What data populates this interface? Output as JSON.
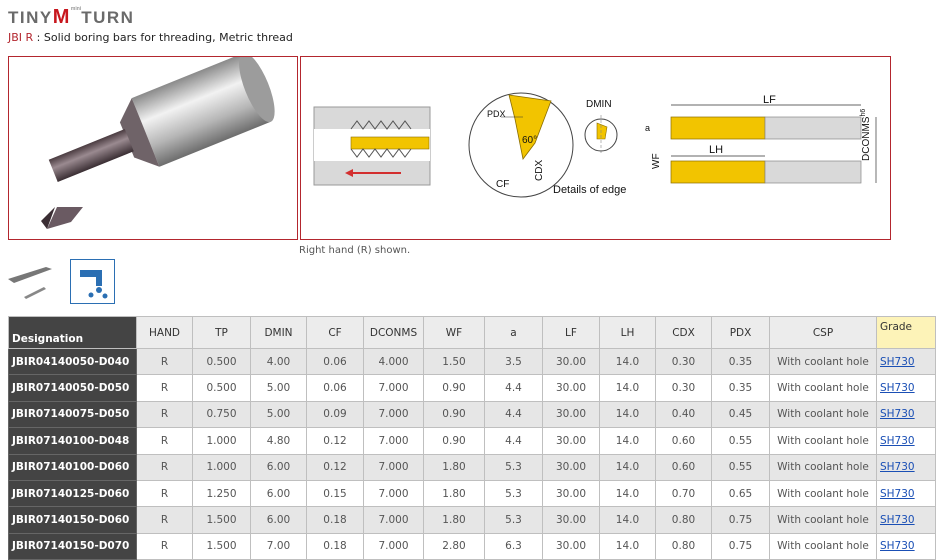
{
  "header": {
    "logo_pre": "TINY",
    "logo_m": "M",
    "logo_mini": "mini",
    "logo_post": "TURN",
    "subtitle_code": "JBI R",
    "subtitle_text": " : Solid boring bars for threading, Metric thread"
  },
  "drawing": {
    "lf": "LF",
    "lh": "LH",
    "dmin": "DMIN",
    "a": "a",
    "wf": "WF",
    "dconms": "DCONMS",
    "h6": "h6",
    "pdx": "PDX",
    "angle": "60°",
    "cdx": "CDX",
    "cf": "CF",
    "details": "Details of edge"
  },
  "caption": "Right hand (R) shown.",
  "table": {
    "headers": [
      "Designation",
      "HAND",
      "TP",
      "DMIN",
      "CF",
      "DCONMS",
      "WF",
      "a",
      "LF",
      "LH",
      "CDX",
      "PDX",
      "CSP",
      "Grade"
    ],
    "rows": [
      [
        "JBIR04140050-D040",
        "R",
        "0.500",
        "4.00",
        "0.06",
        "4.000",
        "1.50",
        "3.5",
        "30.00",
        "14.0",
        "0.30",
        "0.35",
        "With coolant hole",
        "SH730"
      ],
      [
        "JBIR07140050-D050",
        "R",
        "0.500",
        "5.00",
        "0.06",
        "7.000",
        "0.90",
        "4.4",
        "30.00",
        "14.0",
        "0.30",
        "0.35",
        "With coolant hole",
        "SH730"
      ],
      [
        "JBIR07140075-D050",
        "R",
        "0.750",
        "5.00",
        "0.09",
        "7.000",
        "0.90",
        "4.4",
        "30.00",
        "14.0",
        "0.40",
        "0.45",
        "With coolant hole",
        "SH730"
      ],
      [
        "JBIR07140100-D048",
        "R",
        "1.000",
        "4.80",
        "0.12",
        "7.000",
        "0.90",
        "4.4",
        "30.00",
        "14.0",
        "0.60",
        "0.55",
        "With coolant hole",
        "SH730"
      ],
      [
        "JBIR07140100-D060",
        "R",
        "1.000",
        "6.00",
        "0.12",
        "7.000",
        "1.80",
        "5.3",
        "30.00",
        "14.0",
        "0.60",
        "0.55",
        "With coolant hole",
        "SH730"
      ],
      [
        "JBIR07140125-D060",
        "R",
        "1.250",
        "6.00",
        "0.15",
        "7.000",
        "1.80",
        "5.3",
        "30.00",
        "14.0",
        "0.70",
        "0.65",
        "With coolant hole",
        "SH730"
      ],
      [
        "JBIR07140150-D060",
        "R",
        "1.500",
        "6.00",
        "0.18",
        "7.000",
        "1.80",
        "5.3",
        "30.00",
        "14.0",
        "0.80",
        "0.75",
        "With coolant hole",
        "SH730"
      ],
      [
        "JBIR07140150-D070",
        "R",
        "1.500",
        "7.00",
        "0.18",
        "7.000",
        "2.80",
        "6.3",
        "30.00",
        "14.0",
        "0.80",
        "0.75",
        "With coolant hole",
        "SH730"
      ]
    ]
  }
}
